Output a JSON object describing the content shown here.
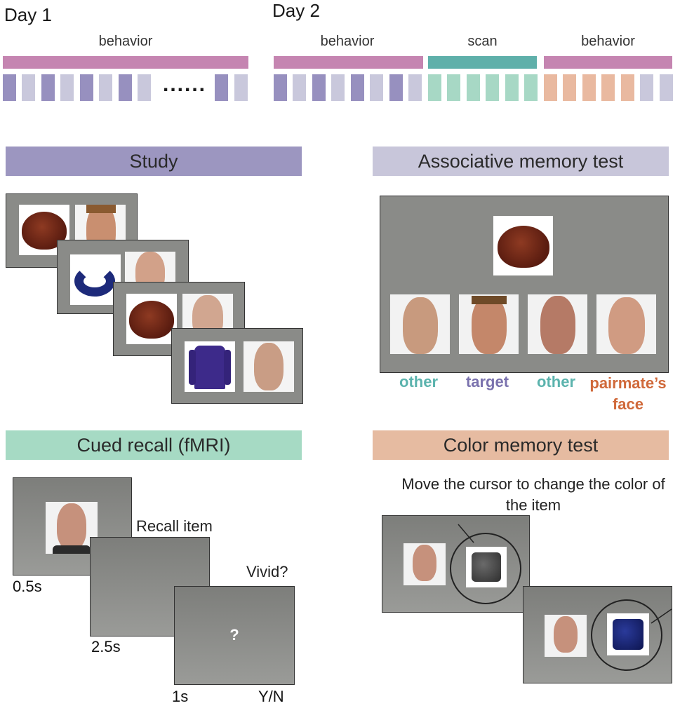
{
  "timeline": {
    "day1_label": "Day 1",
    "day2_label": "Day 2",
    "day1_phases": [
      {
        "label": "behavior"
      }
    ],
    "day2_phases": [
      {
        "label": "behavior"
      },
      {
        "label": "scan"
      },
      {
        "label": "behavior"
      }
    ],
    "ellipsis": "......"
  },
  "colors": {
    "behavior": "#c585b1",
    "scan": "#5fb0aa",
    "study_block": "#9790bf",
    "test_block": "#c9c8dc",
    "scan_block": "#a7d8c5",
    "color_block": "#e9b9a0",
    "study_header": "#9c96c0",
    "assoc_header": "#c8c6da",
    "recall_header": "#a6dac4",
    "color_header": "#e6bba1",
    "other": "#5bb3ad",
    "target": "#7a72ae",
    "pairmate": "#d0693a"
  },
  "study": {
    "title": "Study"
  },
  "assoc": {
    "title": "Associative memory test",
    "labels": {
      "other1": "other",
      "target": "target",
      "other2": "other",
      "pairmate": "pairmate’s face"
    }
  },
  "recall": {
    "title": "Cued recall (fMRI)",
    "recall_item": "Recall item",
    "vivid": "Vivid?",
    "question": "?",
    "t1": "0.5s",
    "t2": "2.5s",
    "t3": "1s",
    "response": "Y/N"
  },
  "color_test": {
    "title": "Color memory test",
    "instruction": "Move the cursor to change the color of the item"
  }
}
